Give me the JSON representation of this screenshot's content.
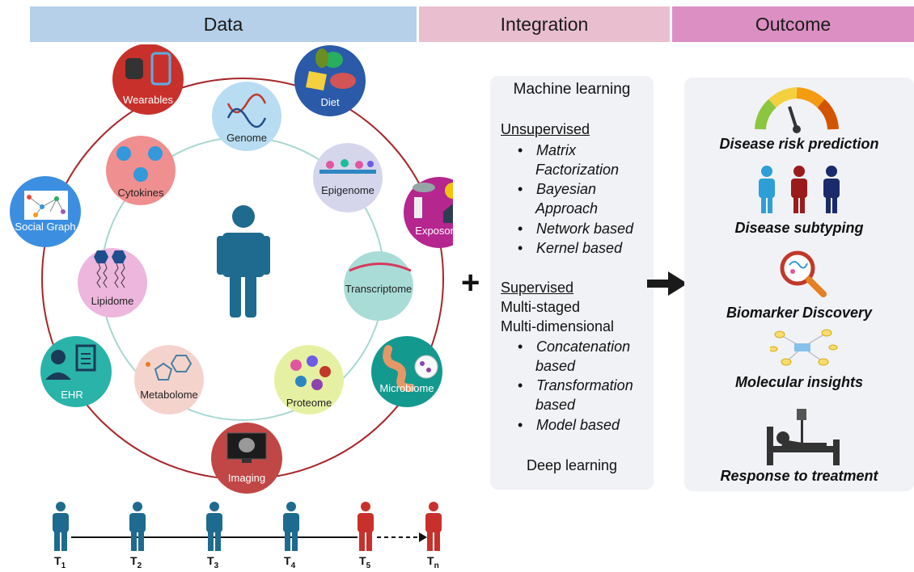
{
  "headers": {
    "data": "Data",
    "integration": "Integration",
    "outcome": "Outcome"
  },
  "omics_inner": [
    "Genome",
    "Epigenome",
    "Transcriptome",
    "Proteome",
    "Metabolome",
    "Lipidome",
    "Cytokines"
  ],
  "omics_outer": [
    "Wearables",
    "Diet",
    "Exposome",
    "Microbiome",
    "Imaging",
    "EHR",
    "Social Graph"
  ],
  "integration": {
    "machine_learning": "Machine learning",
    "unsupervised": "Unsupervised",
    "unsup_items": [
      "Matrix",
      "Factorization",
      "Bayesian",
      "Approach",
      "Network based",
      "Kernel based"
    ],
    "supervised": "Supervised",
    "multi_staged": "Multi-staged",
    "multi_dimensional": "Multi-dimensional",
    "sup_items": [
      "Concatenation",
      "based",
      "Transformation",
      "based",
      "Model based"
    ],
    "deep_learning": "Deep learning",
    "plus": "+"
  },
  "outcomes": [
    "Disease risk prediction",
    "Disease subtyping",
    "Biomarker Discovery",
    "Molecular insights",
    "Response to treatment"
  ],
  "timeline": {
    "labels": [
      "T",
      "T",
      "T",
      "T",
      "T",
      "T"
    ],
    "subscripts": [
      "1",
      "2",
      "3",
      "4",
      "5",
      "n"
    ]
  },
  "colors": {
    "blue_person": "#1e6b8f",
    "red_person": "#c8312b",
    "ring_red": "#a8262a",
    "ring_teal": "#a8d8d0"
  }
}
